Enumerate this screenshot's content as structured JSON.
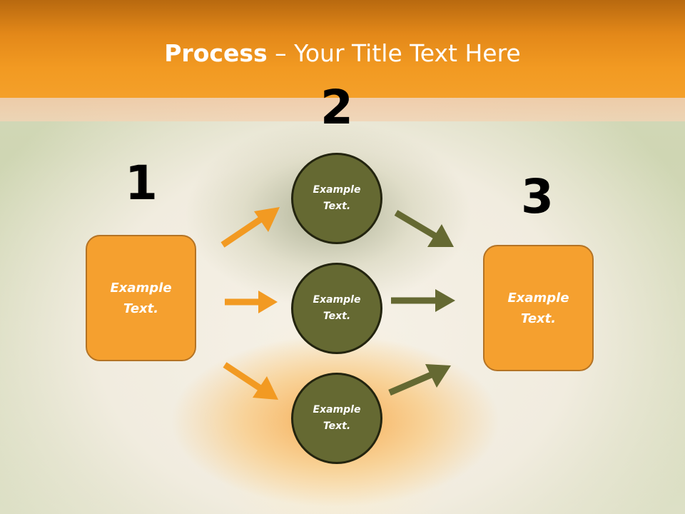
{
  "title": {
    "bold": "Process",
    "rest": " – Your Title Text Here"
  },
  "numbers": {
    "one": "1",
    "two": "2",
    "three": "3"
  },
  "left_box": {
    "line1": "Example",
    "line2": "Text."
  },
  "right_box": {
    "line1": "Example",
    "line2": "Text."
  },
  "circles": [
    {
      "line1": "Example",
      "line2": "Text."
    },
    {
      "line1": "Example",
      "line2": "Text."
    },
    {
      "line1": "Example",
      "line2": "Text."
    }
  ],
  "colors": {
    "header": "#f29a22",
    "box_fill": "#f5a02f",
    "circle_fill": "#656932",
    "arrow_orange": "#f29a22",
    "arrow_olive": "#656932"
  }
}
